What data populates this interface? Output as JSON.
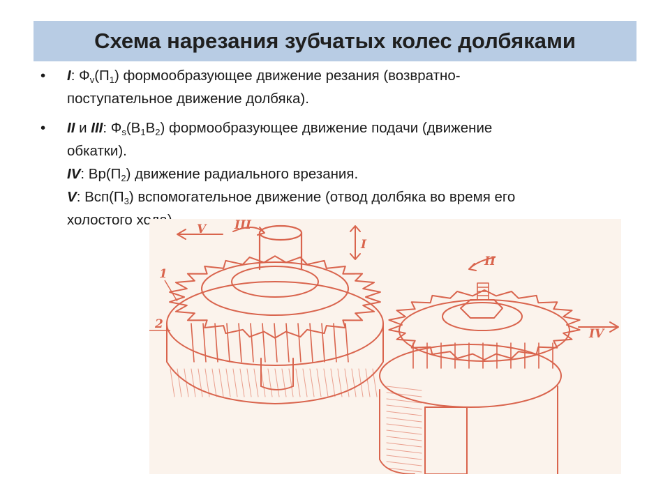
{
  "slide": {
    "title": "Схема нарезания зубчатых колес долбяками",
    "bullet_glyph": "•",
    "items": [
      {
        "label": "I",
        "l1a": ": Ф",
        "l1s1": "v",
        "l1b": "(П",
        "l1s2": "1",
        "l1c": ") формообразующее движение резания (возвратно-",
        "l2": "поступательное движение долбяка)."
      },
      {
        "label": "II",
        "and": " и ",
        "label2": "III",
        "l1a": ": Ф",
        "l1s1": "s",
        "l1b": "(В",
        "l1s2": "1",
        "l1c": "В",
        "l1s3": "2",
        "l1d": ") формообразующее движение подачи (движение",
        "l2": "обкатки).",
        "l3label": "IV",
        "l3a": ": Вр(П",
        "l3s": "2",
        "l3b": ") движение радиального врезания.",
        "l4label": "V",
        "l4a": ": Всп(П",
        "l4s": "3",
        "l4b": ") вспомогательное движение (отвод долбяка во время его",
        "l5": "холостого хода)."
      }
    ]
  },
  "figure": {
    "labels": [
      "V",
      "III",
      "I",
      "II",
      "IV",
      "1",
      "2"
    ],
    "colors": {
      "paper": "#fbf3ec",
      "ink": "#d9644d",
      "ink_light": "#eaa08f",
      "title_bg": "#b8cce4"
    }
  }
}
